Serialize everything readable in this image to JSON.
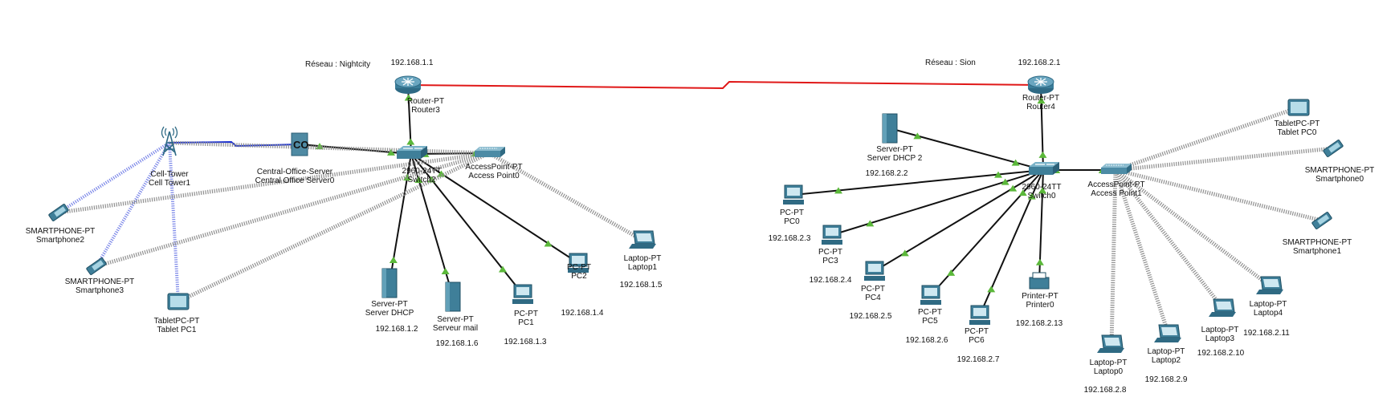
{
  "networks": [
    {
      "label": "Réseau : Nightcity"
    },
    {
      "label": "Réseau : Sion"
    }
  ],
  "colors": {
    "ethernet": "#111111",
    "wan_serial": "#e01818",
    "coax": "#1a2fd0",
    "wireless": "#9a9a9a",
    "cell_wireless": "#7a86e8",
    "link_up": "#5bb83a",
    "device": "#3f7f99"
  },
  "devices": [
    {
      "id": "router3",
      "type": "router",
      "model": "Router-PT",
      "name": "Router3",
      "ip": "192.168.1.1"
    },
    {
      "id": "switch2",
      "type": "switch",
      "model": "2960-24TT",
      "name": "Switch2",
      "ip": ""
    },
    {
      "id": "ap0",
      "type": "accesspoint",
      "model": "AccessPoint-PT",
      "name": "Access Point0",
      "ip": ""
    },
    {
      "id": "co0",
      "type": "co",
      "model": "Central-Office-Server",
      "name": "Central Office Server0",
      "ip": ""
    },
    {
      "id": "tower1",
      "type": "tower",
      "model": "Cell-Tower",
      "name": "Cell Tower1",
      "ip": ""
    },
    {
      "id": "sp2",
      "type": "phone",
      "model": "SMARTPHONE-PT",
      "name": "Smartphone2",
      "ip": ""
    },
    {
      "id": "sp3",
      "type": "phone",
      "model": "SMARTPHONE-PT",
      "name": "Smartphone3",
      "ip": ""
    },
    {
      "id": "tab1",
      "type": "tablet",
      "model": "TabletPC-PT",
      "name": "Tablet PC1",
      "ip": ""
    },
    {
      "id": "srvdhcp",
      "type": "server",
      "model": "Server-PT",
      "name": "Server DHCP",
      "ip": "192.168.1.2"
    },
    {
      "id": "srvmail",
      "type": "server",
      "model": "Server-PT",
      "name": "Serveur mail",
      "ip": "192.168.1.6"
    },
    {
      "id": "pc1",
      "type": "pc",
      "model": "PC-PT",
      "name": "PC1",
      "ip": "192.168.1.3"
    },
    {
      "id": "pc2",
      "type": "pc",
      "model": "PC-PT",
      "name": "PC2",
      "ip": "192.168.1.4"
    },
    {
      "id": "lap1",
      "type": "laptop",
      "model": "Laptop-PT",
      "name": "Laptop1",
      "ip": "192.168.1.5"
    },
    {
      "id": "router4",
      "type": "router",
      "model": "Router-PT",
      "name": "Router4",
      "ip": "192.168.2.1"
    },
    {
      "id": "switch0",
      "type": "switch",
      "model": "2960-24TT",
      "name": "Switch0",
      "ip": ""
    },
    {
      "id": "ap1",
      "type": "accesspoint",
      "model": "AccessPoint-PT",
      "name": "Access Point1",
      "ip": ""
    },
    {
      "id": "srvdhcp2",
      "type": "server",
      "model": "Server-PT",
      "name": "Server DHCP 2",
      "ip": "192.168.2.2"
    },
    {
      "id": "pc0",
      "type": "pc",
      "model": "PC-PT",
      "name": "PC0",
      "ip": "192.168.2.3"
    },
    {
      "id": "pc3",
      "type": "pc",
      "model": "PC-PT",
      "name": "PC3",
      "ip": "192.168.2.4"
    },
    {
      "id": "pc4",
      "type": "pc",
      "model": "PC-PT",
      "name": "PC4",
      "ip": "192.168.2.5"
    },
    {
      "id": "pc5",
      "type": "pc",
      "model": "PC-PT",
      "name": "PC5",
      "ip": "192.168.2.6"
    },
    {
      "id": "pc6",
      "type": "pc",
      "model": "PC-PT",
      "name": "PC6",
      "ip": "192.168.2.7"
    },
    {
      "id": "printer0",
      "type": "printer",
      "model": "Printer-PT",
      "name": "Printer0",
      "ip": "192.168.2.13"
    },
    {
      "id": "lap0",
      "type": "laptop",
      "model": "Laptop-PT",
      "name": "Laptop0",
      "ip": "192.168.2.8"
    },
    {
      "id": "lap2",
      "type": "laptop",
      "model": "Laptop-PT",
      "name": "Laptop2",
      "ip": "192.168.2.9"
    },
    {
      "id": "lap3",
      "type": "laptop",
      "model": "Laptop-PT",
      "name": "Laptop3",
      "ip": "192.168.2.10"
    },
    {
      "id": "lap4",
      "type": "laptop",
      "model": "Laptop-PT",
      "name": "Laptop4",
      "ip": "192.168.2.11"
    },
    {
      "id": "tab0",
      "type": "tablet",
      "model": "TabletPC-PT",
      "name": "Tablet PC0",
      "ip": ""
    },
    {
      "id": "sp0",
      "type": "phone",
      "model": "SMARTPHONE-PT",
      "name": "Smartphone0",
      "ip": ""
    },
    {
      "id": "sp1",
      "type": "phone",
      "model": "SMARTPHONE-PT",
      "name": "Smartphone1",
      "ip": ""
    }
  ],
  "links": [
    {
      "from": "router3",
      "to": "router4",
      "kind": "serial"
    },
    {
      "from": "router3",
      "to": "switch2",
      "kind": "ethernet"
    },
    {
      "from": "tower1",
      "to": "co0",
      "kind": "coax"
    },
    {
      "from": "co0",
      "to": "switch2",
      "kind": "ethernet"
    },
    {
      "from": "switch2",
      "to": "ap0",
      "kind": "ethernet"
    },
    {
      "from": "switch2",
      "to": "srvdhcp",
      "kind": "ethernet"
    },
    {
      "from": "switch2",
      "to": "srvmail",
      "kind": "ethernet"
    },
    {
      "from": "switch2",
      "to": "pc1",
      "kind": "ethernet"
    },
    {
      "from": "switch2",
      "to": "pc2",
      "kind": "ethernet"
    },
    {
      "from": "tower1",
      "to": "sp2",
      "kind": "cell"
    },
    {
      "from": "tower1",
      "to": "sp3",
      "kind": "cell"
    },
    {
      "from": "tower1",
      "to": "tab1",
      "kind": "cell"
    },
    {
      "from": "ap0",
      "to": "sp2",
      "kind": "wireless"
    },
    {
      "from": "ap0",
      "to": "sp3",
      "kind": "wireless"
    },
    {
      "from": "ap0",
      "to": "tab1",
      "kind": "wireless"
    },
    {
      "from": "ap0",
      "to": "tower1",
      "kind": "wireless"
    },
    {
      "from": "ap0",
      "to": "lap1",
      "kind": "wireless"
    },
    {
      "from": "router4",
      "to": "switch0",
      "kind": "ethernet"
    },
    {
      "from": "srvdhcp2",
      "to": "switch0",
      "kind": "ethernet"
    },
    {
      "from": "switch0",
      "to": "ap1",
      "kind": "ethernet"
    },
    {
      "from": "switch0",
      "to": "pc0",
      "kind": "ethernet"
    },
    {
      "from": "switch0",
      "to": "pc3",
      "kind": "ethernet"
    },
    {
      "from": "switch0",
      "to": "pc4",
      "kind": "ethernet"
    },
    {
      "from": "switch0",
      "to": "pc5",
      "kind": "ethernet"
    },
    {
      "from": "switch0",
      "to": "pc6",
      "kind": "ethernet"
    },
    {
      "from": "switch0",
      "to": "printer0",
      "kind": "ethernet"
    },
    {
      "from": "ap1",
      "to": "tab0",
      "kind": "wireless"
    },
    {
      "from": "ap1",
      "to": "sp0",
      "kind": "wireless"
    },
    {
      "from": "ap1",
      "to": "sp1",
      "kind": "wireless"
    },
    {
      "from": "ap1",
      "to": "lap0",
      "kind": "wireless"
    },
    {
      "from": "ap1",
      "to": "lap2",
      "kind": "wireless"
    },
    {
      "from": "ap1",
      "to": "lap3",
      "kind": "wireless"
    },
    {
      "from": "ap1",
      "to": "lap4",
      "kind": "wireless"
    }
  ]
}
